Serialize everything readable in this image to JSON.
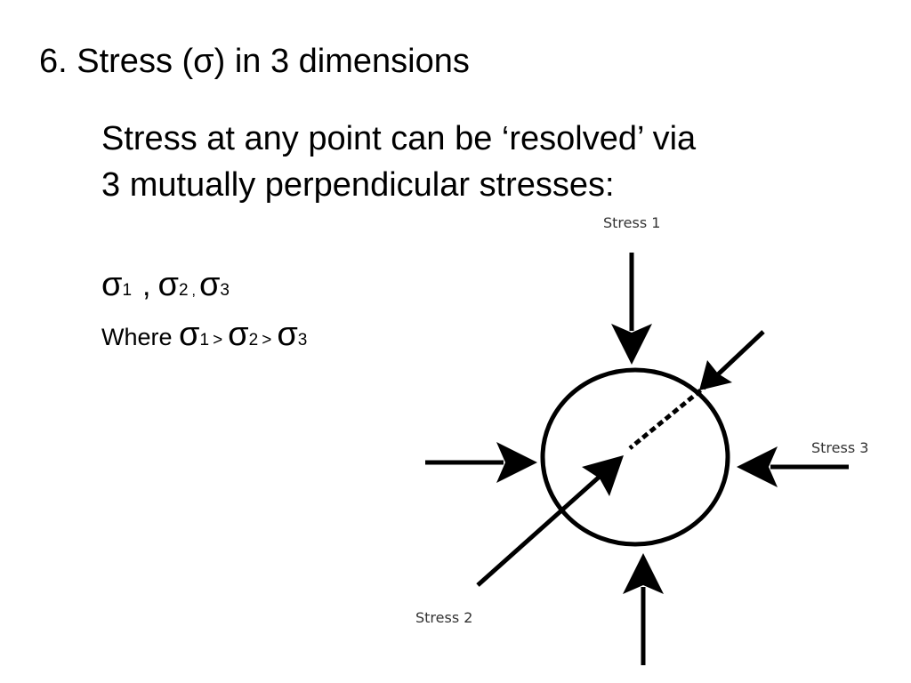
{
  "slide": {
    "title": "6. Stress (σ) in 3 dimensions",
    "intro_line1": "Stress at any point can be ‘resolved’ via",
    "intro_line2": "3 mutually perpendicular stresses:"
  },
  "sigma_list": {
    "sigma": "σ",
    "sub1": "1",
    "sub2": "2",
    "sub3": "3",
    "sep_big": ",",
    "sep_small": ","
  },
  "where": {
    "label": "Where ",
    "gt": ">"
  },
  "diagram": {
    "stress1_label": "Stress 1",
    "stress2_label": "Stress 2",
    "stress3_label": "Stress 3",
    "line_color": "#000000"
  }
}
